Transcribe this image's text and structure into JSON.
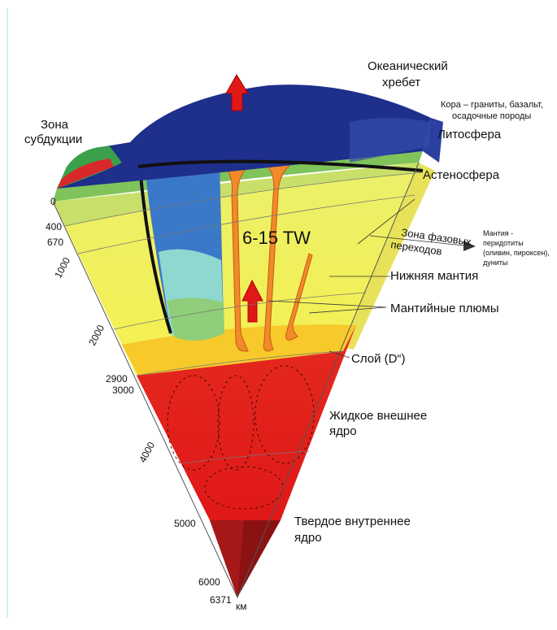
{
  "diagram": {
    "power_label": "6-15 TW",
    "labels": {
      "ocean_ridge_1": "Океанический",
      "ocean_ridge_2": "хребет",
      "crust_1": "Кора – граниты, базальт,",
      "crust_2": "осадочные породы",
      "lithosphere": "Литосфера",
      "asthenosphere": "Астеносфера",
      "subduction_1": "Зона",
      "subduction_2": "субдукции",
      "transition_1": "Зона фазовых",
      "transition_2": "переходов",
      "mantle_rock_1": "Мантия -",
      "mantle_rock_2": "перидотиты",
      "mantle_rock_3": "(оливин, пироксен),",
      "mantle_rock_4": "дуниты",
      "lower_mantle": "Нижняя мантия",
      "plumes": "Мантийные плюмы",
      "d_layer": "Слой (D“)",
      "outer_core_1": "Жидкое внешнее",
      "outer_core_2": "ядро",
      "inner_core_1": "Твердое внутреннее",
      "inner_core_2": "ядро"
    },
    "depth_labels": {
      "d0": "0",
      "d400": "400",
      "d670": "670",
      "d1000": "1000",
      "d2000": "2000",
      "d2900": "2900",
      "d3000": "3000",
      "d4000": "4000",
      "d5000": "5000",
      "d6000": "6000",
      "d6371": "6371",
      "unit": "км"
    },
    "colors": {
      "ocean_crust": "#1e2f8c",
      "lithosphere": "#2a3fa0",
      "asthenosphere": "#7fc35a",
      "transition_zone": "#c8e06a",
      "lower_mantle": "#f2ee5a",
      "d_layer": "#f7c92a",
      "outer_core": "#e8201e",
      "inner_core": "#8a1212",
      "plume": "#f08a2a",
      "arrow": "#e01818",
      "slab_blue": "#3a78c8",
      "slab_cyan": "#8fd8d0"
    }
  }
}
